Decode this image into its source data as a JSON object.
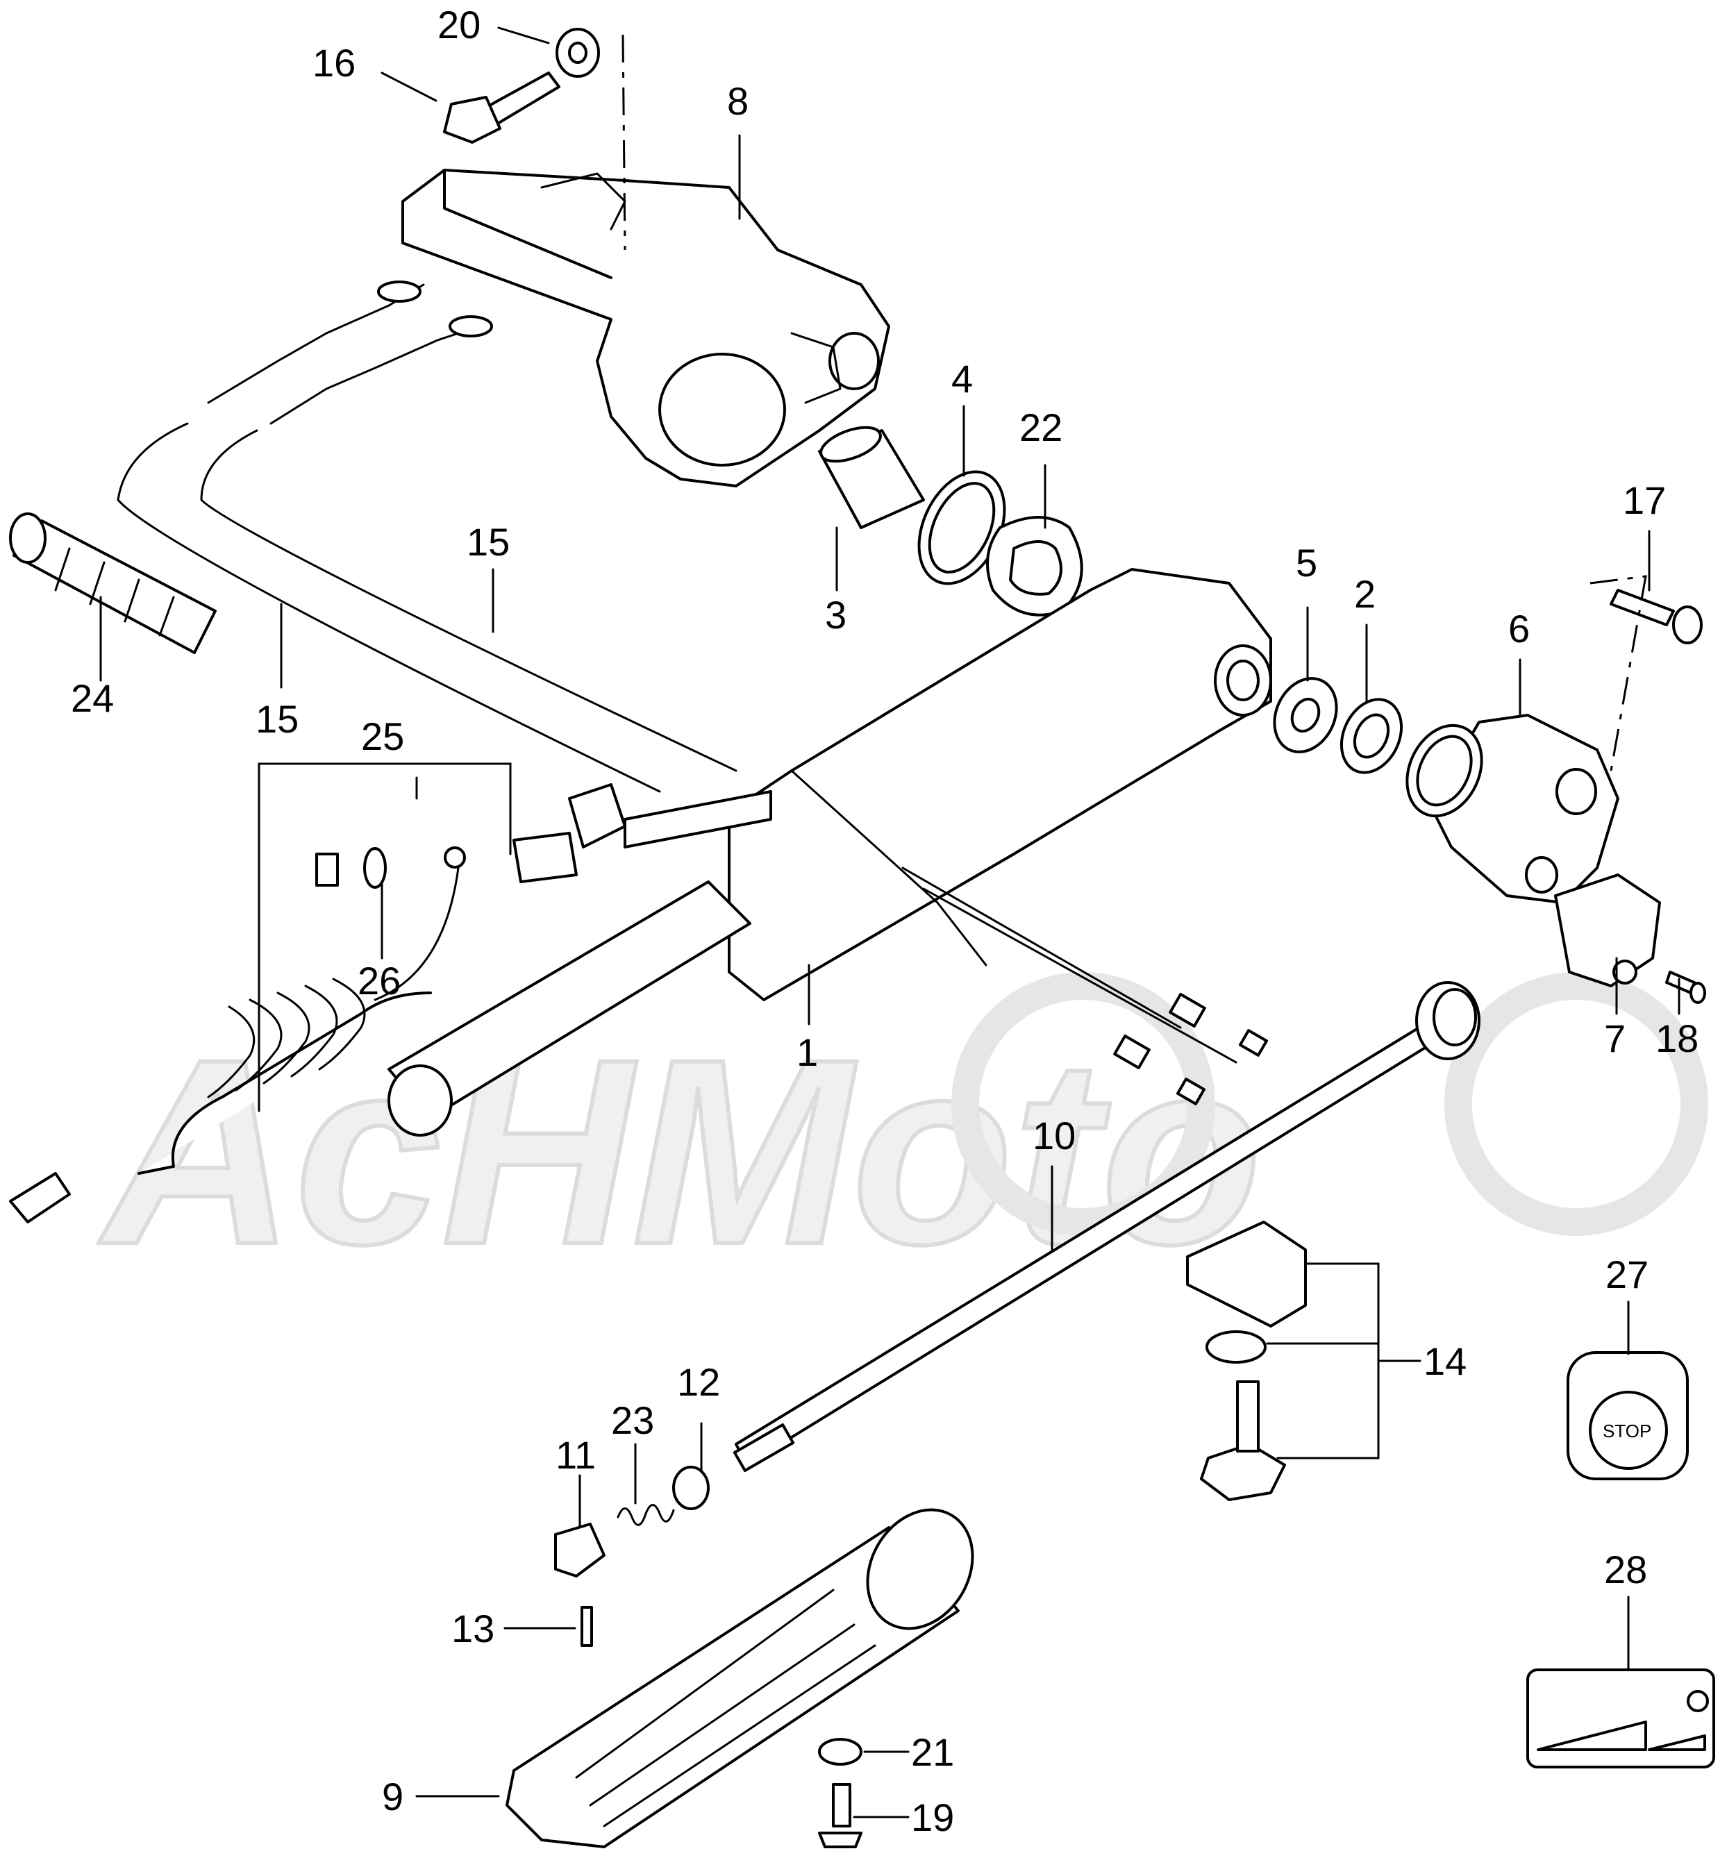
{
  "watermark": {
    "text": "AcHMoto",
    "color": "#e6e6e6"
  },
  "stop_label": "STOP",
  "callouts": [
    {
      "id": "c20",
      "text": "20"
    },
    {
      "id": "c16",
      "text": "16"
    },
    {
      "id": "c8",
      "text": "8"
    },
    {
      "id": "c4",
      "text": "4"
    },
    {
      "id": "c22",
      "text": "22"
    },
    {
      "id": "c3",
      "text": "3"
    },
    {
      "id": "c15a",
      "text": "15"
    },
    {
      "id": "c15b",
      "text": "15"
    },
    {
      "id": "c24",
      "text": "24"
    },
    {
      "id": "c25",
      "text": "25"
    },
    {
      "id": "c26",
      "text": "26"
    },
    {
      "id": "c5",
      "text": "5"
    },
    {
      "id": "c2",
      "text": "2"
    },
    {
      "id": "c6",
      "text": "6"
    },
    {
      "id": "c17",
      "text": "17"
    },
    {
      "id": "c7",
      "text": "7"
    },
    {
      "id": "c18",
      "text": "18"
    },
    {
      "id": "c1",
      "text": "1"
    },
    {
      "id": "c10",
      "text": "10"
    },
    {
      "id": "c14",
      "text": "14"
    },
    {
      "id": "c27",
      "text": "27"
    },
    {
      "id": "c12",
      "text": "12"
    },
    {
      "id": "c23",
      "text": "23"
    },
    {
      "id": "c11",
      "text": "11"
    },
    {
      "id": "c13",
      "text": "13"
    },
    {
      "id": "c28",
      "text": "28"
    },
    {
      "id": "c21",
      "text": "21"
    },
    {
      "id": "c9",
      "text": "9"
    },
    {
      "id": "c19",
      "text": "19"
    }
  ]
}
